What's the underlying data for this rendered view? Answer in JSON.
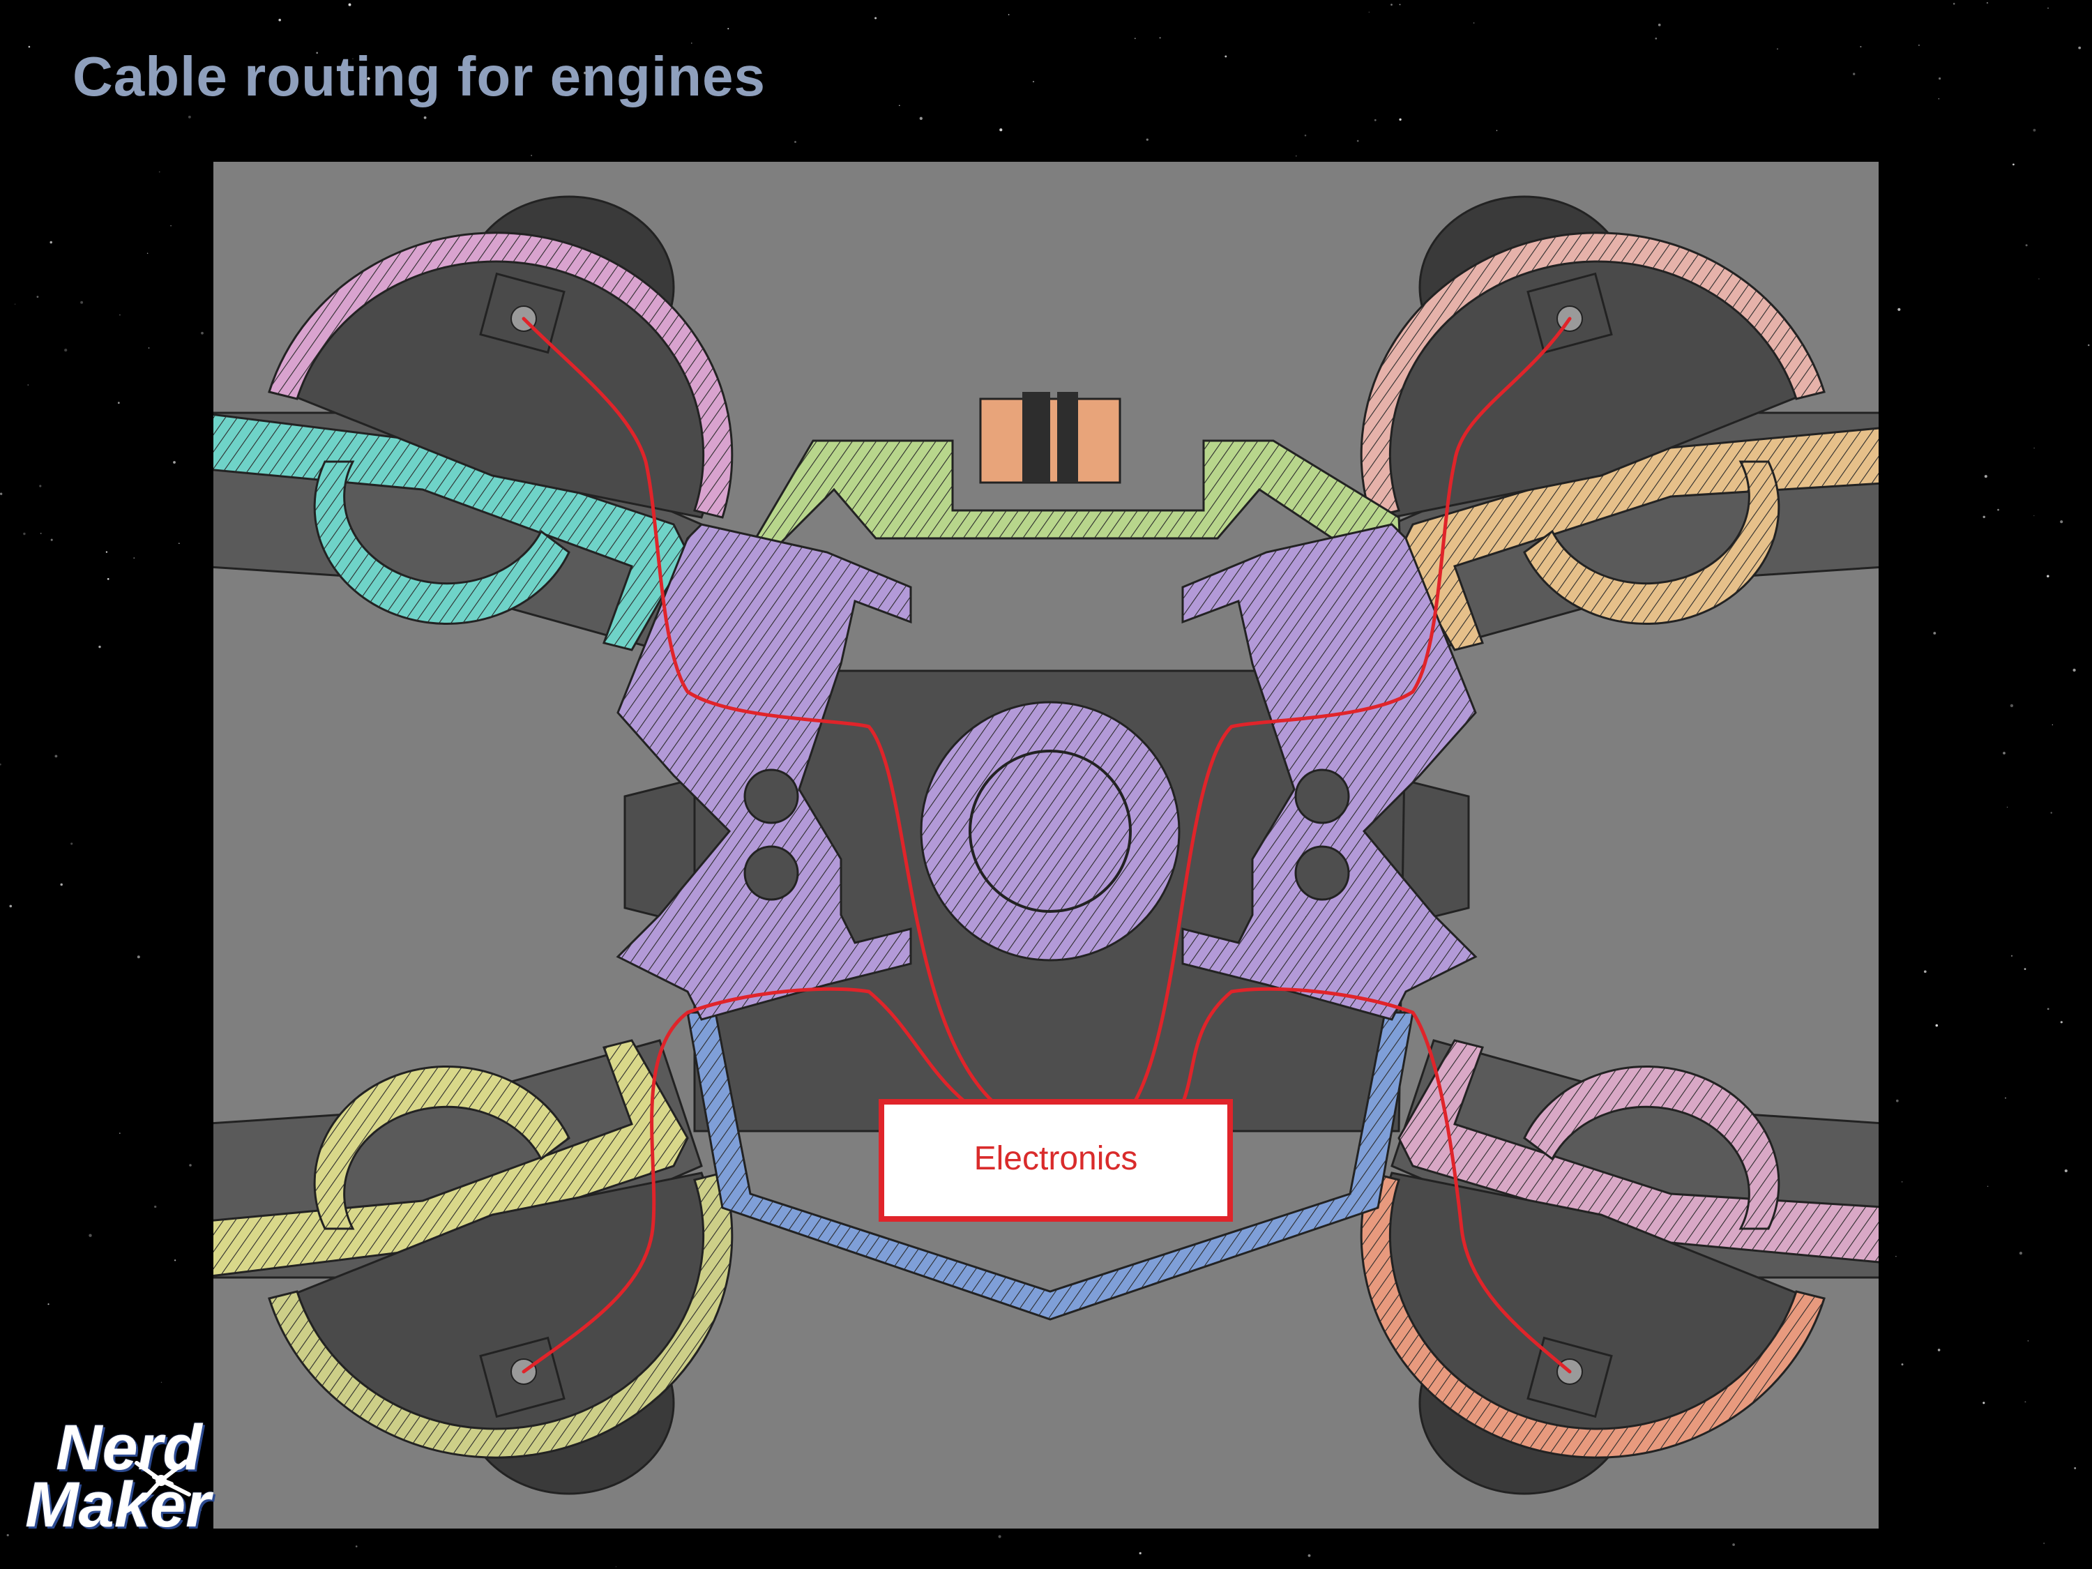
{
  "slide": {
    "title": "Cable routing for engines"
  },
  "diagram": {
    "center_box_label": "Electronics",
    "colors": {
      "background": "#000000",
      "canvas": "#7f7f7f",
      "body_dark": "#555555",
      "outline": "#222222",
      "cable": "#e0242a",
      "electronics_border": "#e0242a",
      "top_frame": "#b8d68c",
      "bottom_frame": "#7f9fd8",
      "hub": "#b39ad8",
      "engine_top_left": "#d9a3cf",
      "arm_top_left": "#6fd3c8",
      "engine_top_right": "#e6b2aa",
      "arm_top_right": "#e6c08a",
      "engine_bottom_left": "#cdcf88",
      "arm_bottom_left": "#d9d88a",
      "engine_bottom_right": "#e89a7e",
      "arm_bottom_right": "#d9a8c6"
    }
  },
  "logo": {
    "line1": "Nerd",
    "line2": "Maker",
    "icon": "starfighter-icon"
  }
}
